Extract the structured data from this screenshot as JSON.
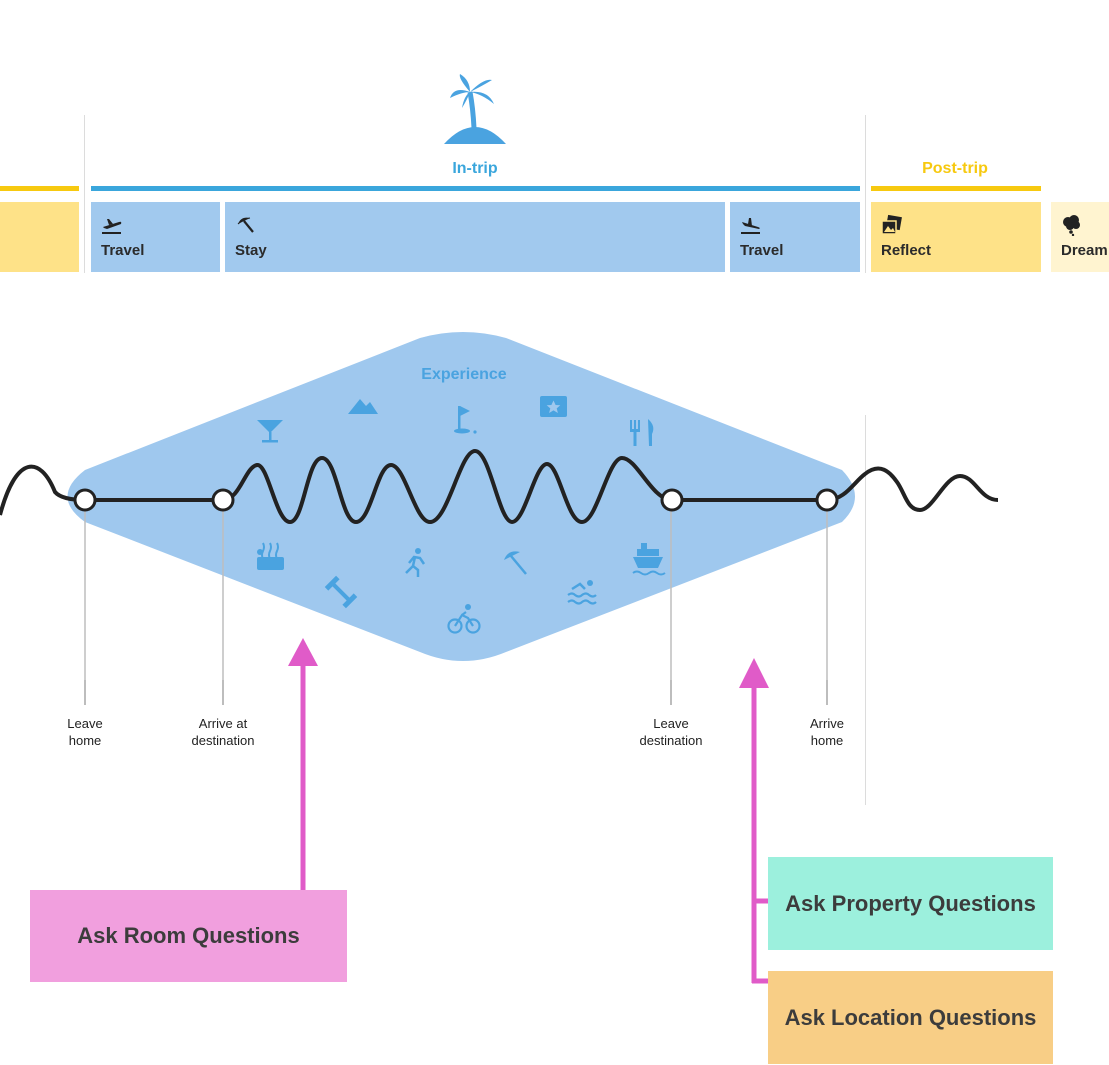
{
  "phases": {
    "in_trip": "In-trip",
    "post_trip": "Post-trip"
  },
  "stages": {
    "travel_out": "Travel",
    "stay": "Stay",
    "travel_back": "Travel",
    "reflect": "Reflect",
    "dream": "Dream"
  },
  "experience_label": "Experience",
  "milestones": {
    "leave_home": [
      "Leave",
      "home"
    ],
    "arrive_destination": [
      "Arrive at",
      "destination"
    ],
    "leave_destination": [
      "Leave",
      "destination"
    ],
    "arrive_home": [
      "Arrive",
      "home"
    ]
  },
  "actions": {
    "room": "Ask Room Questions",
    "property": "Ask Property Questions",
    "location": "Ask Location Questions"
  },
  "icons": [
    "palm-island-icon",
    "plane-takeoff-icon",
    "beach-umbrella-icon",
    "plane-landing-icon",
    "photos-icon",
    "thought-cloud-icon",
    "cocktail-icon",
    "mountain-icon",
    "golf-icon",
    "ticket-icon",
    "utensils-icon",
    "hot-tub-icon",
    "dumbbell-icon",
    "running-icon",
    "beach-umbrella-icon",
    "swimming-icon",
    "ship-icon",
    "cycling-icon"
  ],
  "colors": {
    "in_trip": "#3aa6dc",
    "post_trip": "#f7c90f",
    "stage_blue": "#a1c9ee",
    "stage_yellow": "#fee288",
    "experience_fill": "#9fc8ee",
    "icon_blue": "#4aa3e0",
    "arrow": "#e05bc8",
    "room_box": "#f19fde",
    "property_box": "#9cf0dd",
    "location_box": "#f8ce86"
  }
}
